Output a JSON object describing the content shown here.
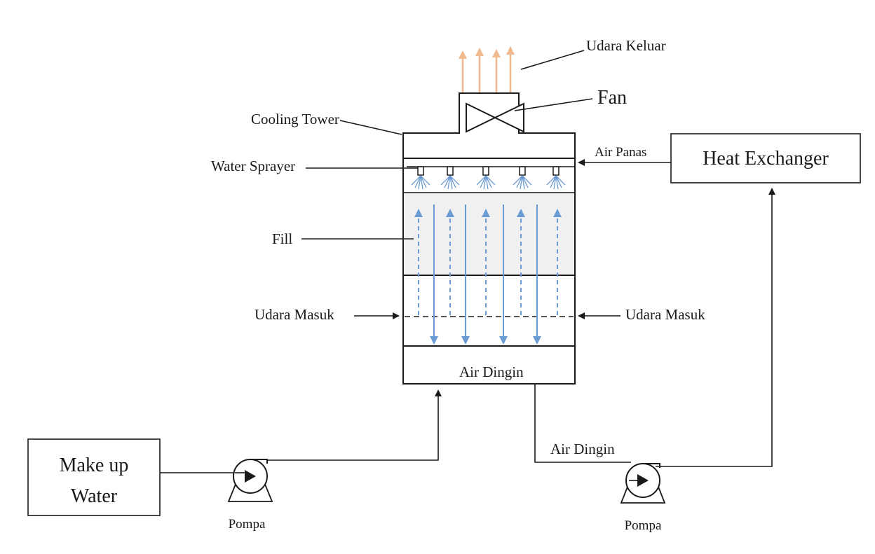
{
  "labels": {
    "udara_keluar": "Udara Keluar",
    "fan": "Fan",
    "cooling_tower": "Cooling Tower",
    "water_sprayer": "Water Sprayer",
    "air_panas": "Air Panas",
    "heat_exchanger": "Heat Exchanger",
    "fill": "Fill",
    "udara_masuk_left": "Udara Masuk",
    "udara_masuk_right": "Udara Masuk",
    "air_dingin_basin": "Air Dingin",
    "air_dingin_pipe": "Air Dingin",
    "make_up_line1": "Make up",
    "make_up_line2": "Water",
    "pompa_left": "Pompa",
    "pompa_right": "Pompa"
  },
  "colors": {
    "line": "#1a1a1a",
    "exhaust_arrow": "#f0b98f",
    "water_arrow": "#6b9bd3",
    "fill_zone": "#f0f0f0",
    "spray": "#6b9bd3"
  }
}
